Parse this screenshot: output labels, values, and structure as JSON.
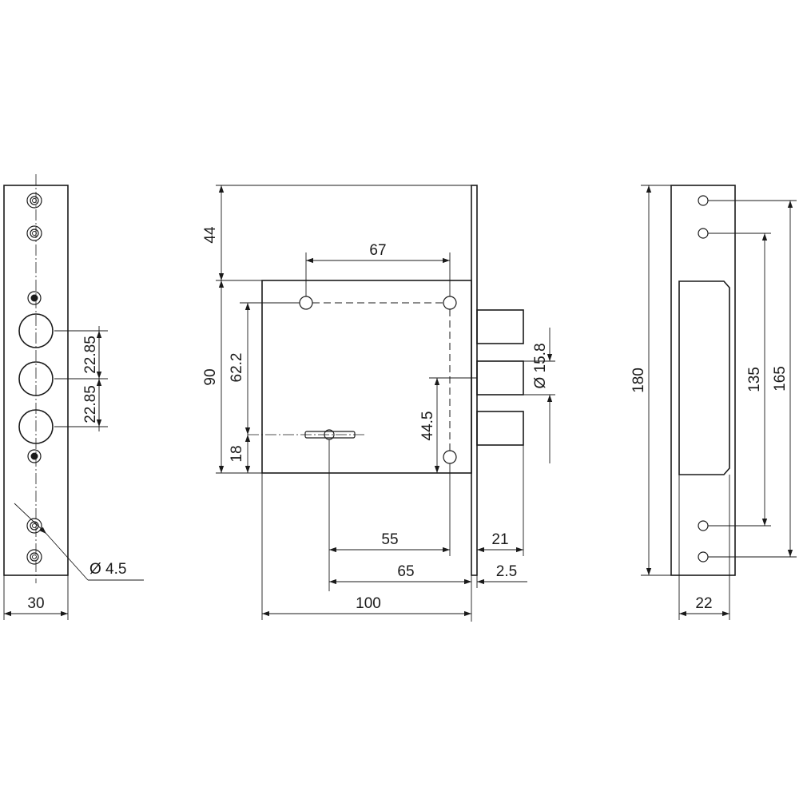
{
  "front_view": {
    "width": "30",
    "hole_diameter": "Ø 4.5",
    "cylinder_spacing_upper": "22.85",
    "cylinder_spacing_lower": "22.85"
  },
  "side_view": {
    "top_offset": "44",
    "mounting_hole_spacing": "67",
    "case_height": "90",
    "hole_vertical_spacing": "62.2",
    "keyhole_offset": "18",
    "bolt_spacing": "44.5",
    "bolt_diameter": "Ø 15.8",
    "backset_inner": "55",
    "bolt_projection": "21",
    "backset": "65",
    "faceplate_thickness": "2.5",
    "case_width": "100"
  },
  "strike_plate": {
    "height": "180",
    "hole_spacing_inner": "135",
    "hole_spacing_outer": "165",
    "width": "22"
  }
}
